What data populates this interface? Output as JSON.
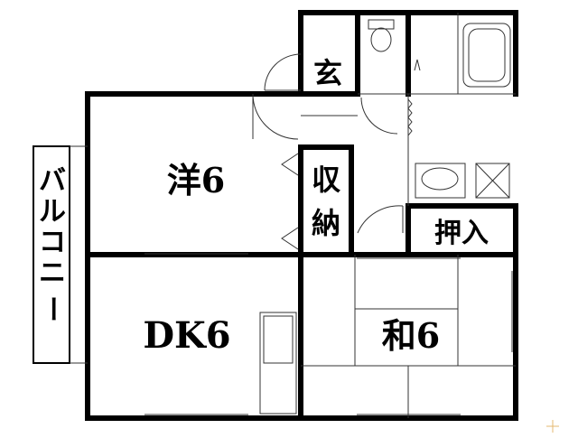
{
  "rooms": {
    "western": "洋6",
    "dk": "DK6",
    "japanese": "和6",
    "storage_top": "収",
    "storage_bottom": "納",
    "entrance": "玄",
    "closet": "押入"
  },
  "balcony": [
    "バ",
    "ル",
    "コ",
    "ニ",
    "ー"
  ],
  "colors": {
    "wall": "#000000",
    "line": "#333333",
    "background": "#ffffff"
  }
}
